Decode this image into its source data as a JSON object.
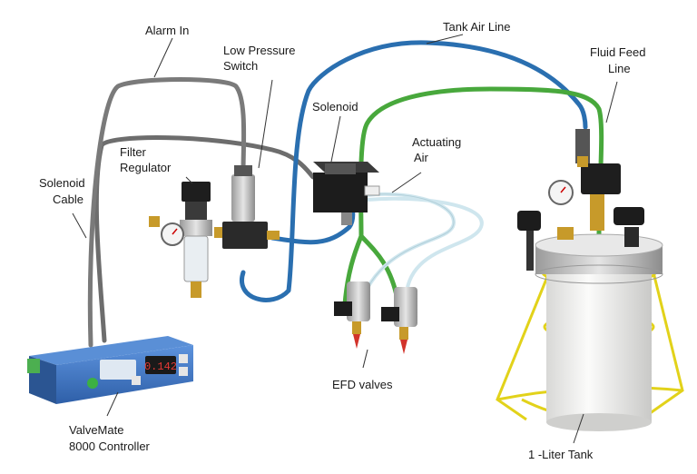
{
  "labels": {
    "alarm_in": "Alarm In",
    "low_pressure_switch_1": "Low Pressure",
    "low_pressure_switch_2": "Switch",
    "tank_air_line": "Tank Air Line",
    "fluid_feed_line_1": "Fluid Feed",
    "fluid_feed_line_2": "Line",
    "solenoid": "Solenoid",
    "actuating_air_1": "Actuating",
    "actuating_air_2": "Air",
    "filter_regulator_1": "Filter",
    "filter_regulator_2": "Regulator",
    "solenoid_cable_1": "Solenoid",
    "solenoid_cable_2": "Cable",
    "efd_valves": "EFD valves",
    "controller_1": "ValveMate",
    "controller_2": "8000 Controller",
    "tank": "1 -Liter Tank"
  },
  "controller_display": "0.142",
  "colors": {
    "blue_line": "#2a6fb0",
    "green_line": "#48a83c",
    "gray_line": "#7a7a7a",
    "clear_line": "#cfe6ee",
    "controller": "#3f78c8",
    "tank_cage": "#e2d21a",
    "tank_body": "#f0f0ee"
  }
}
